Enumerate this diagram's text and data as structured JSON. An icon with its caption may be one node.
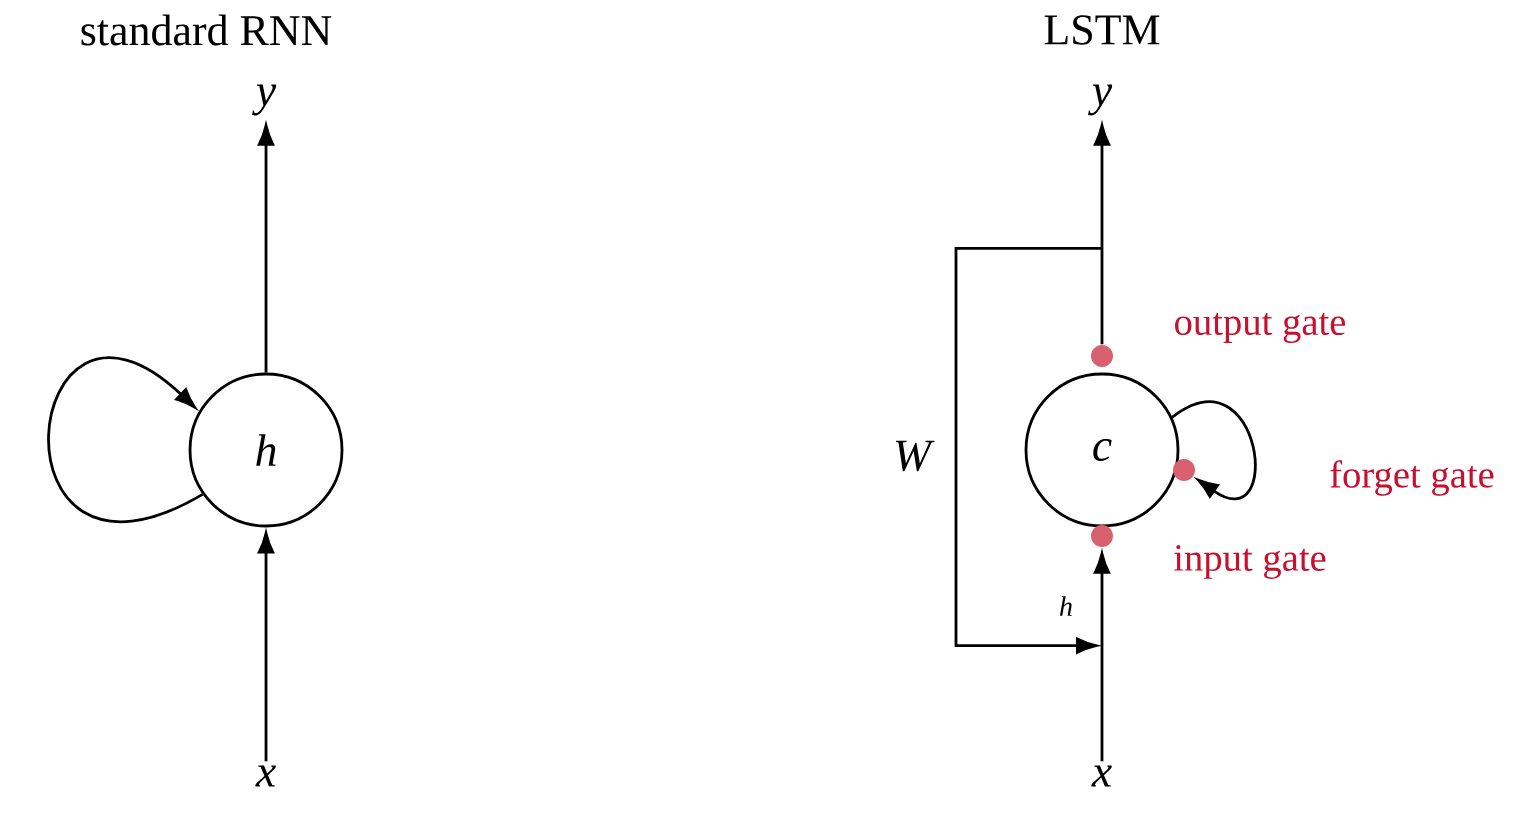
{
  "diagram": {
    "nodes": [
      {
        "text": [
          "h"
        ]
      },
      {
        "text": [
          "y"
        ]
      },
      {
        "text": [
          "x"
        ]
      },
      {
        "text": [
          "c"
        ]
      },
      {
        "text": [
          "y"
        ]
      },
      {
        "text": [
          "x"
        ]
      },
      {
        "text": [],
        "shape": "circle"
      },
      {
        "text": [],
        "shape": "circle"
      },
      {
        "text": [],
        "shape": "circle"
      }
    ],
    "edges": [
      {
        "from": 2,
        "to": 0,
        "arrow": "to"
      },
      {
        "from": 0,
        "to": 1,
        "arrow": "to"
      },
      {
        "from": 0,
        "to": 0,
        "arrow": "to"
      },
      {
        "from": 5,
        "to": 8,
        "arrow": "to"
      },
      {
        "from": 6,
        "to": 4,
        "arrow": "to"
      },
      {
        "from": 3,
        "to": 7,
        "arrow": "to"
      },
      {
        "from": 6,
        "to": 8,
        "arrow": "to",
        "label": "W"
      }
    ],
    "labels": [
      "standard RNN",
      "LSTM",
      "output gate",
      "forget gate",
      "input gate",
      "h"
    ]
  }
}
